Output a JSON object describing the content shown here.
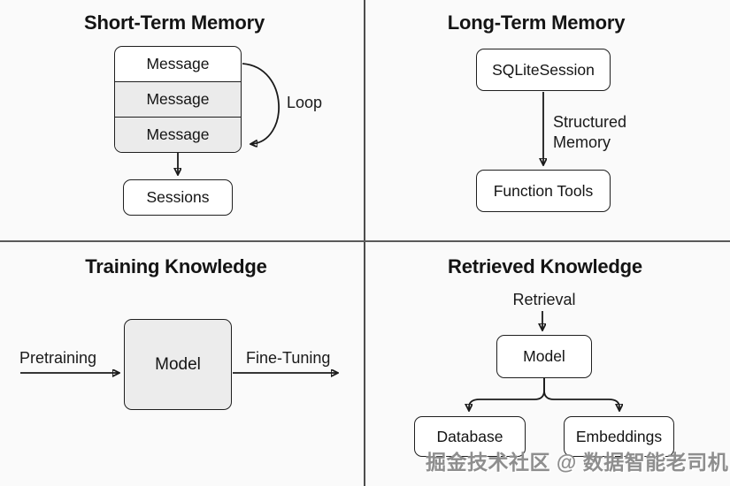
{
  "colors": {
    "background": "#fafafa",
    "box_border": "#1f1f1f",
    "box_fill_white": "#ffffff",
    "box_fill_gray": "#ebebeb",
    "divider": "#4d4d4d",
    "arrow": "#1a1a1a",
    "watermark": "#8e8e8e"
  },
  "quadrants": {
    "short_term": {
      "title": "Short-Term Memory",
      "stack": {
        "rows": [
          "Message",
          "Message",
          "Message"
        ]
      },
      "loop_label": "Loop",
      "sessions_box": "Sessions"
    },
    "long_term": {
      "title": "Long-Term Memory",
      "top_box": "SQLiteSession",
      "arrow_label": "Structured\nMemory",
      "bottom_box": "Function Tools"
    },
    "training": {
      "title": "Training Knowledge",
      "left_arrow_label": "Pretraining",
      "center_box": "Model",
      "right_arrow_label": "Fine-Tuning"
    },
    "retrieved": {
      "title": "Retrieved Knowledge",
      "top_label": "Retrieval",
      "center_box": "Model",
      "left_box": "Database",
      "right_box": "Embeddings"
    }
  },
  "watermark": "掘金技术社区 @ 数据智能老司机"
}
